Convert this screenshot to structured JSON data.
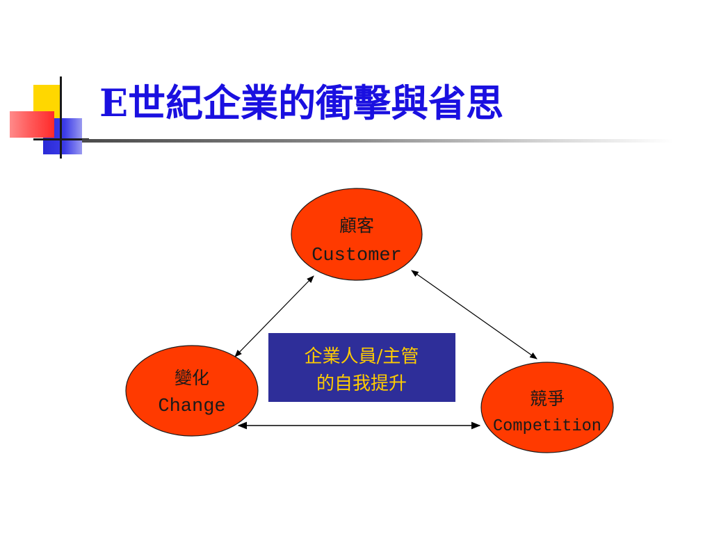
{
  "slide": {
    "title": "E世紀企業的衝擊與省思"
  },
  "diagram": {
    "nodes": {
      "customer": {
        "line1": "顧客",
        "line2": "Customer"
      },
      "change": {
        "line1": "變化",
        "line2": "Change"
      },
      "competition": {
        "line1": "競爭",
        "line2": "Competition"
      }
    },
    "center": {
      "line1": "企業人員/主管",
      "line2": "的自我提升"
    }
  },
  "colors": {
    "title": "#1a10e0",
    "node_fill": "#ff3a00",
    "center_fill": "#2e2e99",
    "center_text": "#ffcc00"
  }
}
